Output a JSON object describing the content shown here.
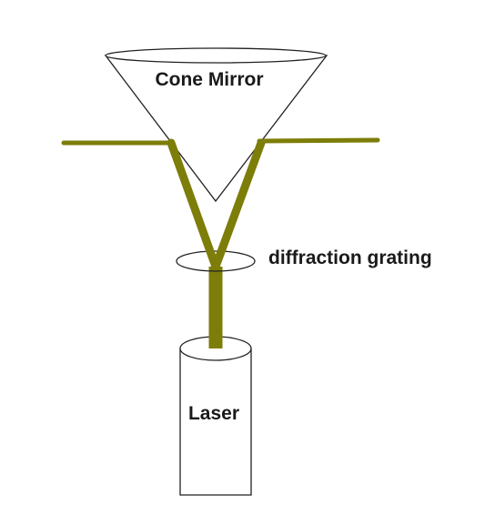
{
  "labels": {
    "cone_mirror": "Cone Mirror",
    "diffraction_grating": "diffraction grating",
    "laser": "Laser"
  },
  "colors": {
    "beam": "#7d7d09",
    "outline": "#222222",
    "background": "#ffffff"
  }
}
